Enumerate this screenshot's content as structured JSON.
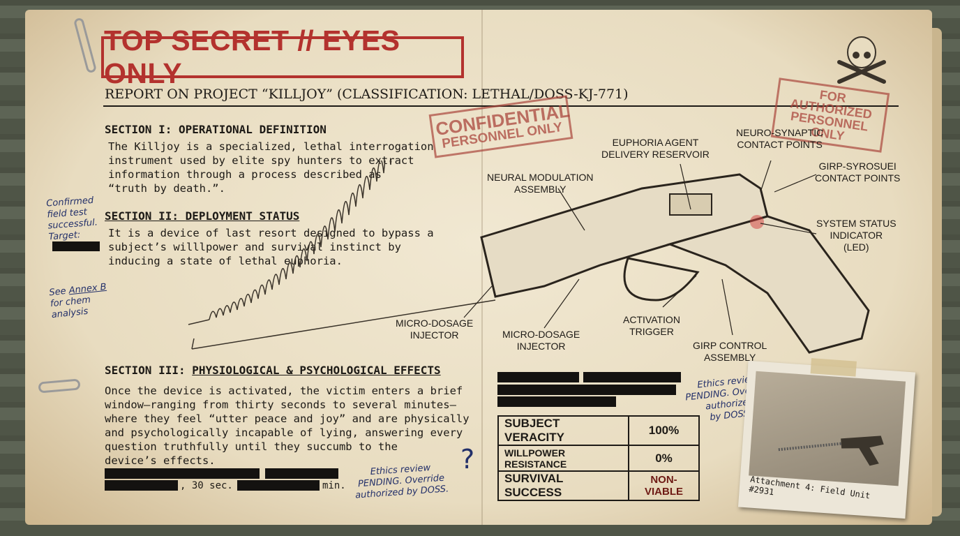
{
  "header": {
    "title": "TOP SECRET // EYES ONLY",
    "report_title": "REPORT ON PROJECT “KILLJOY” (CLASSIFICATION: LETHAL/DOSS-KJ-771)"
  },
  "stamps": {
    "confidential": [
      "CONFIDENTIAL",
      "PERSONNEL ONLY"
    ],
    "authorized": [
      "FOR AUTHORIZED",
      "PERSONNEL ONLY"
    ]
  },
  "sections": [
    {
      "heading_prefix": "SECTION I: ",
      "heading": "OPERATIONAL DEFINITION",
      "body": "The Killjoy is a specialized, lethal interrogation\ninstrument used by elite spy hunters to extract\ninformation through a process described as\n“truth by death.”."
    },
    {
      "heading_prefix": "SECTION II: ",
      "heading": "DEPLOYMENT STATUS",
      "body": "It is a device of last resort designed to bypass a\nsubject’s willlpower and survival instinct by\ninducing a state of lethal euphoria."
    },
    {
      "heading_prefix": "SECTION III: ",
      "heading": "PHYSIOLOGICAL & PSYCHOLOGICAL EFFECTS",
      "body": "Once the device is activated, the victim enters a brief\nwindow–ranging from thirty seconds to several minutes–\nwhere they feel “utter peace and joy” and are physically\nand psychologically incapable of lying, answering every\nquestion truthfully until they succumb to the\ndevice’s effects."
    }
  ],
  "redacted_line": {
    "sec": ", 30 sec.",
    "min": "min."
  },
  "notes": {
    "confirmed": "Confirmed\nfield test\nsuccessful.\nTarget:",
    "annex_prefix": "See ",
    "annex_link": "Annex B",
    "annex_suffix": "for chem\nanalysis",
    "ethics_1": "Ethics review\nPENDING. Override\nauthorized by DOSS.",
    "question": "?",
    "ethics_2": "Ethics review\nPENDING. Override\nauthorized\nby DOSS."
  },
  "diagram_labels": {
    "euphoria": "EUPHORIA AGENT\nDELIVERY RESERVOIR",
    "neuro": "NEURO-SYNAPTIC\nCONTACT POINTS",
    "girp_contact": "GIRP-SYROSUEI\nCONTACT POINTS",
    "neural": "NEURAL MODULATION\nASSEMBLY",
    "status": "SYSTEM STATUS\nINDICATOR\n(LED)",
    "micro1": "MICRO-DOSAGE\nINJECTOR",
    "micro2": "MICRO-DOSAGE\nINJECTOR",
    "trigger": "ACTIVATION\nTRIGGER",
    "girp_control": "GIRP CONTROL\nASSEMBLY"
  },
  "stats_table": [
    {
      "label": "SUBJECT VERACITY",
      "value": "100%"
    },
    {
      "label": "WILLPOWER RESISTANCE",
      "value": "0%"
    },
    {
      "label": "SURVIVAL SUCCESS",
      "value": "NON-VIABLE"
    }
  ],
  "photo": {
    "caption": "Attachment 4: Field Unit\n#2931"
  },
  "colors": {
    "title_red": "#b3322e",
    "ink_blue": "#23306a",
    "nonviable": "#6e1a14"
  }
}
